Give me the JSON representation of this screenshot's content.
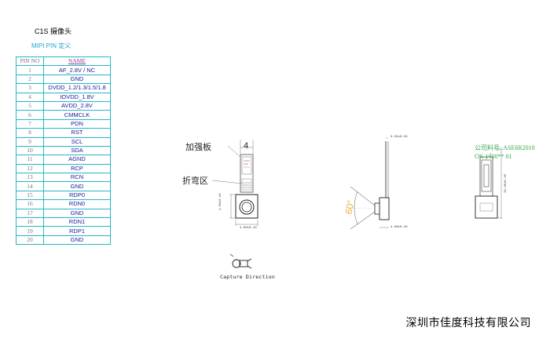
{
  "header": {
    "title": "C1S 摄像头",
    "subtitle": "MIPI PIN 定义"
  },
  "pin_table": {
    "headers": [
      "PIN NO",
      "NAME"
    ],
    "rows": [
      [
        "1",
        "AF_2.8V / NC"
      ],
      [
        "2",
        "GND"
      ],
      [
        "3",
        "DVDD_1.2/1.3/1.5/1.8"
      ],
      [
        "4",
        "IOVDD_1.8V"
      ],
      [
        "5",
        "AVDD_2.8V"
      ],
      [
        "6",
        "CMMCLK"
      ],
      [
        "7",
        "PDN"
      ],
      [
        "8",
        "RST"
      ],
      [
        "9",
        "SCL"
      ],
      [
        "10",
        "SDA"
      ],
      [
        "11",
        "AGND"
      ],
      [
        "12",
        "RCP"
      ],
      [
        "13",
        "RCN"
      ],
      [
        "14",
        "GND"
      ],
      [
        "15",
        "RDP0"
      ],
      [
        "16",
        "RDN0"
      ],
      [
        "17",
        "GND"
      ],
      [
        "18",
        "RDN1"
      ],
      [
        "19",
        "RDP1"
      ],
      [
        "20",
        "GND"
      ]
    ]
  },
  "drawing": {
    "stiffener_label": "加强板",
    "bend_label": "折弯区",
    "dim_width": "4",
    "angle_label": "60°",
    "dim_left_height": "4.00±0.10",
    "dim_bottom_width": "4.00±0.10",
    "dim_side_top": "0.35±0.03",
    "dim_side_bottom": "4.00±0.20",
    "dim_right_height": "19.00±0.30",
    "part_number": "公司料号: ASE6R2010",
    "ok_code": "OK 1400** 01"
  },
  "capture_direction": "Capture Direction",
  "company": "深圳市佳度科技有限公司"
}
